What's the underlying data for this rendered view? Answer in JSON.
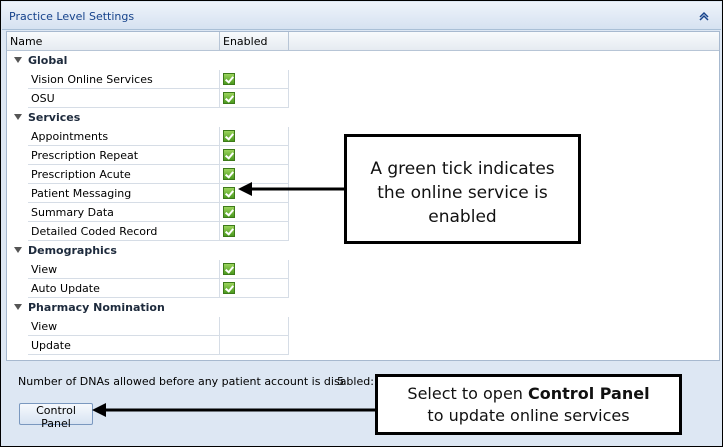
{
  "window": {
    "title": "Practice Level Settings"
  },
  "grid": {
    "columns": [
      "Name",
      "Enabled"
    ],
    "groups": [
      {
        "label": "Global",
        "items": [
          {
            "name": "Vision Online Services",
            "enabled": true
          },
          {
            "name": "OSU",
            "enabled": true
          }
        ]
      },
      {
        "label": "Services",
        "items": [
          {
            "name": "Appointments",
            "enabled": true
          },
          {
            "name": "Prescription Repeat",
            "enabled": true
          },
          {
            "name": "Prescription Acute",
            "enabled": true
          },
          {
            "name": "Patient Messaging",
            "enabled": true
          },
          {
            "name": "Summary Data",
            "enabled": true
          },
          {
            "name": "Detailed Coded Record",
            "enabled": true
          }
        ]
      },
      {
        "label": "Demographics",
        "items": [
          {
            "name": "View",
            "enabled": true
          },
          {
            "name": "Auto Update",
            "enabled": true
          }
        ]
      },
      {
        "label": "Pharmacy Nomination",
        "items": [
          {
            "name": "View",
            "enabled": false
          },
          {
            "name": "Update",
            "enabled": false
          }
        ]
      }
    ]
  },
  "dna": {
    "label": "Number of DNAs allowed before any patient account is disabled:",
    "value": "5"
  },
  "control_panel_button": "Control Panel",
  "callouts": {
    "tick": [
      "A green tick indicates",
      "the online service is",
      "enabled"
    ],
    "control_panel": {
      "prefix": "Select to open ",
      "bold": "Control Panel",
      "line2": "to update online services"
    }
  },
  "colors": {
    "title_text": "#15428b",
    "tick_green": "#4b9a1e",
    "panel_bg": "#dde7f3"
  }
}
